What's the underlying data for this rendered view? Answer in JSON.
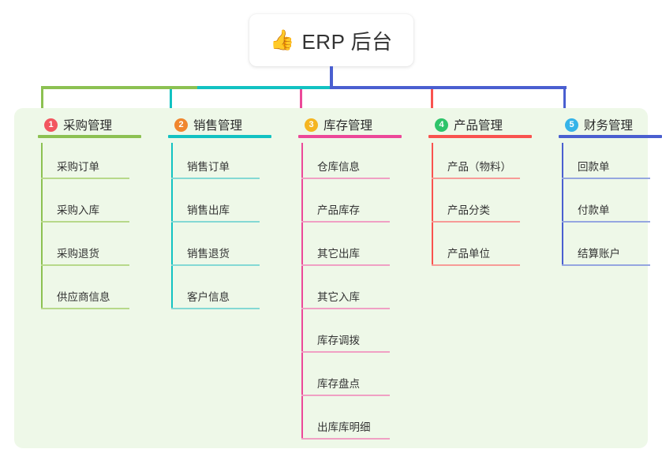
{
  "title": {
    "emoji": "👍",
    "emoji_name": "thumbs-up-icon",
    "text": "ERP 后台"
  },
  "colors": {
    "panel_bg": "#eef8e8",
    "page_bg": "#ffffff",
    "stem": "#4a5fd0",
    "bus_left": "#8cc152",
    "bus_mid": "#12c2c2",
    "bus_right": "#4a5fd0",
    "text": "#333333"
  },
  "columns": [
    {
      "number": "1",
      "title": "采购管理",
      "badge_color": "#f2555f",
      "line_color": "#8cc152",
      "leaf_line_color": "#b7d98a",
      "items": [
        "采购订单",
        "采购入库",
        "采购退货",
        "供应商信息"
      ]
    },
    {
      "number": "2",
      "title": "销售管理",
      "badge_color": "#f0862e",
      "line_color": "#12c2c2",
      "leaf_line_color": "#84d9d4",
      "items": [
        "销售订单",
        "销售出库",
        "销售退货",
        "客户信息"
      ]
    },
    {
      "number": "3",
      "title": "库存管理",
      "badge_color": "#f5b521",
      "line_color": "#ec4899",
      "leaf_line_color": "#f0a0c4",
      "items": [
        "仓库信息",
        "产品库存",
        "其它出库",
        "其它入库",
        "库存调拨",
        "库存盘点",
        "出库库明细"
      ]
    },
    {
      "number": "4",
      "title": "产品管理",
      "badge_color": "#2ec46a",
      "line_color": "#f9534f",
      "leaf_line_color": "#f79b97",
      "items": [
        "产品（物料）",
        "产品分类",
        "产品单位"
      ]
    },
    {
      "number": "5",
      "title": "财务管理",
      "badge_color": "#35b3e8",
      "line_color": "#4a5fd0",
      "leaf_line_color": "#95a6e0",
      "items": [
        "回款单",
        "付款单",
        "结算账户"
      ]
    }
  ]
}
